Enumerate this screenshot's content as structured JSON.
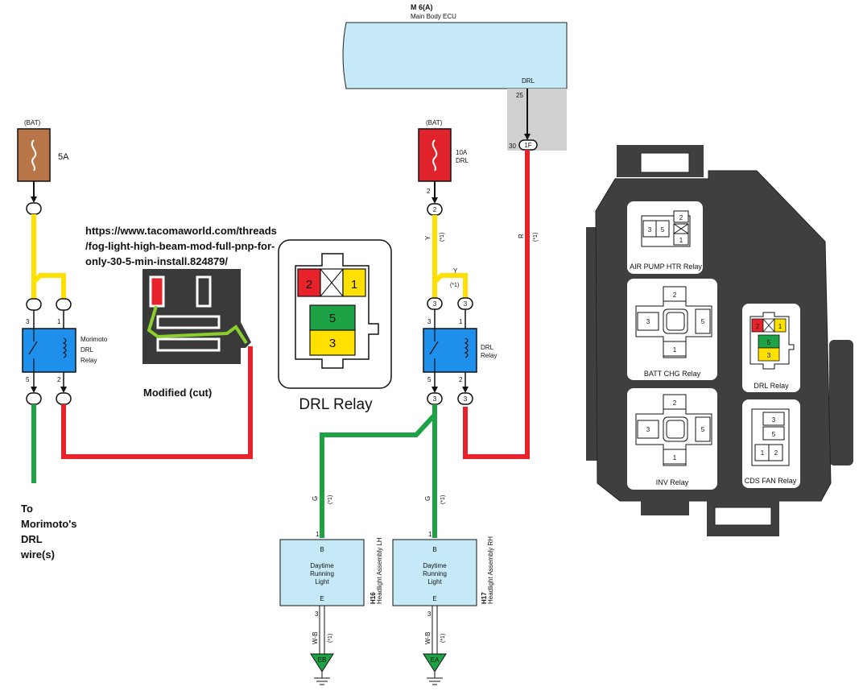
{
  "ecu": {
    "connector": "M 6(A)",
    "name": "Main Body ECU",
    "pin_label": "DRL",
    "pin": "25"
  },
  "junction": {
    "pin": "30",
    "id": "1F"
  },
  "left_fuse": {
    "source": "(BAT)",
    "rating": "5A"
  },
  "right_fuse": {
    "source": "(BAT)",
    "rating": "10A",
    "name": "DRL",
    "pin": "2"
  },
  "left_relay": {
    "name_line1": "Morimoto",
    "name_line2": "DRL",
    "name_line3": "Relay",
    "pin_top_left": "3",
    "pin_top_right": "1",
    "pin_bottom_left": "5",
    "pin_bottom_right": "2"
  },
  "right_relay": {
    "name_line1": "DRL",
    "name_line2": "Relay",
    "pin_in": "2",
    "pin_top_left": "3",
    "pin_top_right": "3",
    "pin_bottom_left": "5",
    "pin_bottom_right": "2",
    "pin_out_left": "3",
    "pin_out_right": "3"
  },
  "wire_labels": {
    "yellow": "Y",
    "star": "(*1)",
    "red": "R",
    "green": "G",
    "wb": "W-B"
  },
  "url_lines": [
    "https://www.tacomaworld.com/threads",
    "/fog-light-high-beam-mod-full-pnp-for-",
    "only-30-5-min-install.824879/"
  ],
  "modified_caption": "Modified (cut)",
  "drl_relay_caption": "DRL Relay",
  "drl_relay_pins": {
    "p2": "2",
    "p1": "1",
    "p5": "5",
    "p3": "3"
  },
  "to_morimoto": [
    "To",
    "Morimoto's",
    "DRL",
    "wire(s)"
  ],
  "headlight_lh": {
    "top": "B",
    "pin_top": "1",
    "l1": "Daytime",
    "l2": "Running",
    "l3": "Light",
    "bottom": "E",
    "pin_bottom": "3",
    "code": "H16",
    "name": "Headlight Assembly LH",
    "ground": "EB"
  },
  "headlight_rh": {
    "top": "B",
    "pin_top": "1",
    "l1": "Daytime",
    "l2": "Running",
    "l3": "Light",
    "bottom": "E",
    "pin_bottom": "3",
    "code": "H17",
    "name": "Headlight Assembly RH",
    "ground": "EA"
  },
  "relay_box": {
    "air_pump": "AIR PUMP HTR Relay",
    "batt_chg": "BATT CHG Relay",
    "drl": "DRL Relay",
    "inv": "INV Relay",
    "cds_fan": "CDS FAN Relay",
    "air_pins": [
      "3",
      "5",
      "2",
      "1"
    ],
    "batt_pins": [
      "2",
      "3",
      "5",
      "1"
    ],
    "inv_pins": [
      "2",
      "3",
      "5",
      "1"
    ],
    "drl_pins": [
      "2",
      "1",
      "5",
      "3"
    ],
    "cds_pins": [
      "3",
      "5",
      "1",
      "2"
    ]
  },
  "colors": {
    "yellow": "#FFE000",
    "red": "#E8222A",
    "green": "#1DA345",
    "blue": "#1E8FEA",
    "ecu": "#C6E9F8",
    "fuse_left": "#B87548",
    "fuse_right": "#E0222A",
    "box": "#3F3F3F"
  }
}
